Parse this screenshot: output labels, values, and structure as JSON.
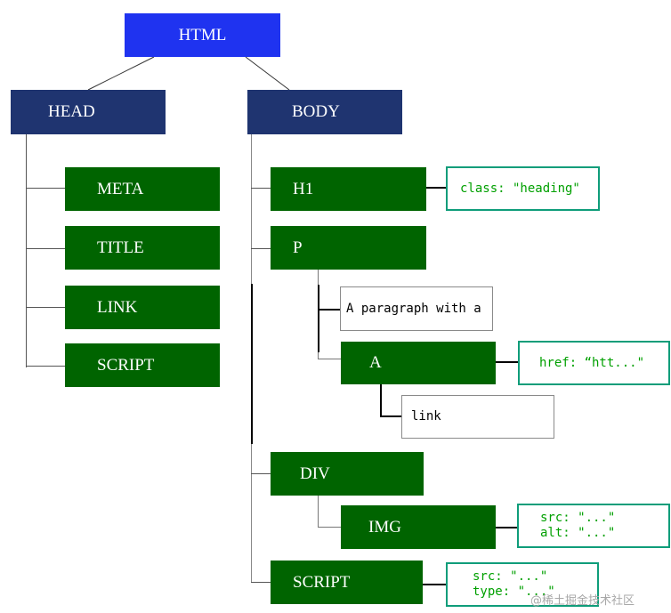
{
  "nodes": {
    "html": "HTML",
    "head": "HEAD",
    "body": "BODY",
    "meta": "META",
    "title": "TITLE",
    "link": "LINK",
    "script_head": "SCRIPT",
    "h1": "H1",
    "p": "P",
    "a": "A",
    "div": "DIV",
    "img": "IMG",
    "script_body": "SCRIPT"
  },
  "attributes": {
    "h1_class": "class: \"heading\"",
    "a_href": "href: “htt...\"",
    "img_src": "src: \"...\"",
    "img_alt": "alt: \"...\"",
    "script_src": "src: \"...\"",
    "script_type": "type: \"...\""
  },
  "text_nodes": {
    "p_text": "A paragraph with a",
    "a_text": "link"
  },
  "watermark": "@稀土掘金技术社区",
  "colors": {
    "root": "#1f33f0",
    "branch": "#1f3470",
    "element": "#006400",
    "attribute_border": "#0f9d7a",
    "attribute_text": "#00a000"
  }
}
